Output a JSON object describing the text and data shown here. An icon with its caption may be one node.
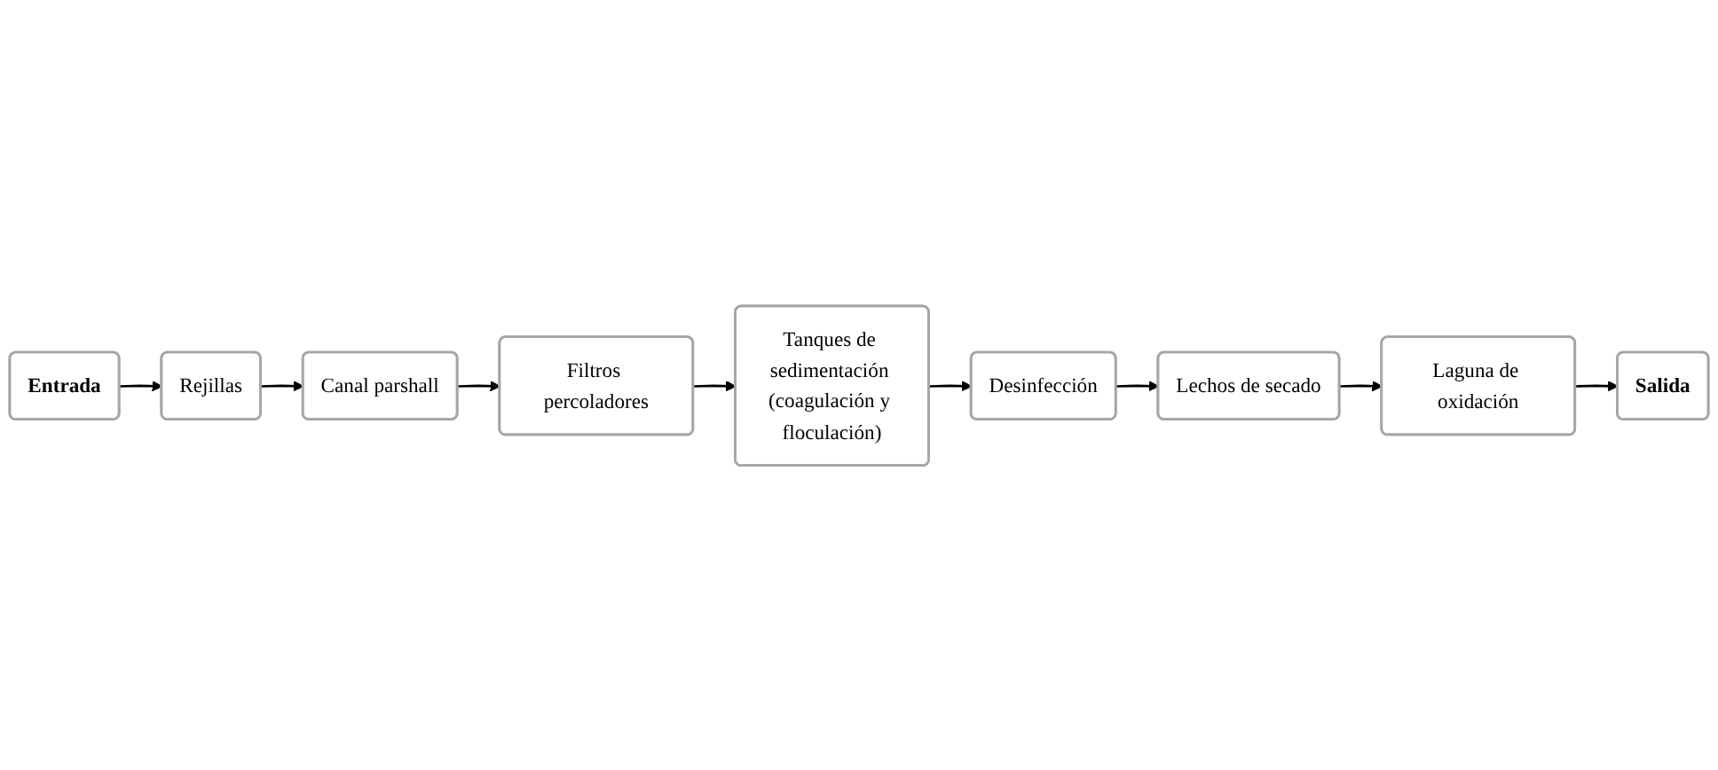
{
  "diagram": {
    "nodes": [
      {
        "text": [
          "Entrada"
        ]
      },
      {
        "text": [
          "Rejillas"
        ]
      },
      {
        "text": [
          "Canal parshall"
        ]
      },
      {
        "text": [
          "Filtros percoladores"
        ]
      },
      {
        "text": [
          "Tanques de sedimentación (coagulación y floculación)"
        ]
      },
      {
        "text": [
          "Desinfección"
        ]
      },
      {
        "text": [
          "Lechos de secado"
        ]
      },
      {
        "text": [
          "Laguna de oxidación"
        ]
      },
      {
        "text": [
          "Salida"
        ]
      }
    ],
    "edges": [
      {
        "from": 0,
        "to": 1,
        "arrow": "to"
      },
      {
        "from": 1,
        "to": 2,
        "arrow": "to"
      },
      {
        "from": 2,
        "to": 3,
        "arrow": "to"
      },
      {
        "from": 3,
        "to": 4,
        "arrow": "to"
      },
      {
        "from": 4,
        "to": 5,
        "arrow": "to"
      },
      {
        "from": 5,
        "to": 6,
        "arrow": "to"
      },
      {
        "from": 6,
        "to": 7,
        "arrow": "to"
      },
      {
        "from": 7,
        "to": 8,
        "arrow": "to"
      }
    ]
  }
}
